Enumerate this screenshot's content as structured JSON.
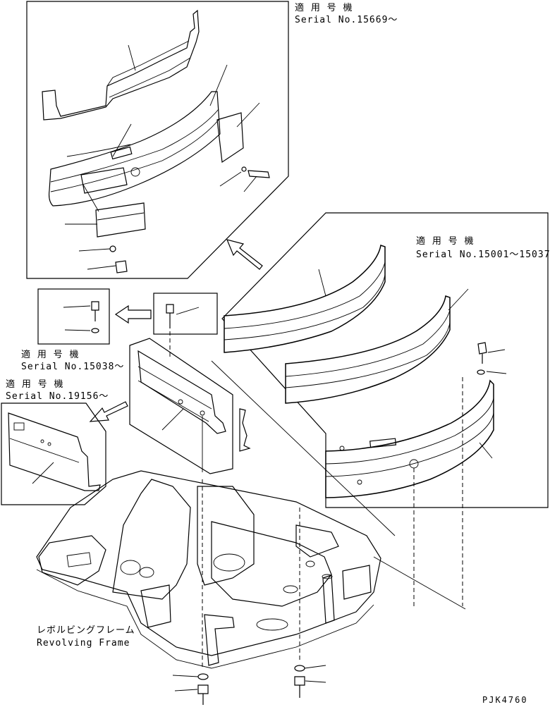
{
  "labels": {
    "serial_top_jp": "適 用 号 機",
    "serial_top": "Serial No.15669～",
    "serial_right_jp": "適 用 号 機",
    "serial_right": "Serial No.15001～15037",
    "serial_mid_jp": "適 用 号 機",
    "serial_mid": "Serial No.15038～",
    "serial_left_jp": "適 用 号 機",
    "serial_left": "Serial No.19156～",
    "frame_jp": "レボルビングフレーム",
    "frame_en": "Revolving Frame",
    "drawing_code": "PJK4760"
  }
}
